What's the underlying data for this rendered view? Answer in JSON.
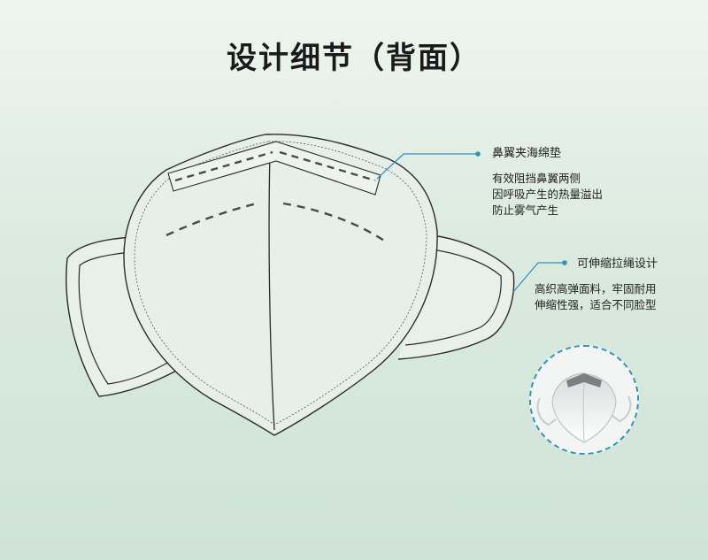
{
  "title": "设计细节（背面）",
  "callouts": {
    "nose_pad": {
      "heading": "鼻翼夹海绵垫",
      "lines": [
        "有效阻挡鼻翼两侧",
        "因呼吸产生的热量溢出",
        "防止雾气产生"
      ]
    },
    "strap": {
      "heading": "可伸缩拉绳设计",
      "lines": [
        "高织高弹面料，牢固耐用",
        "伸缩性强，适合不同脸型"
      ]
    }
  },
  "colors": {
    "accent": "#2f92b6",
    "line": "#2b2b2b",
    "dash": "#4a4a4a",
    "mask_fill": "#e7efe9"
  },
  "icons": {
    "thumbnail": "mask-photo-thumbnail"
  }
}
